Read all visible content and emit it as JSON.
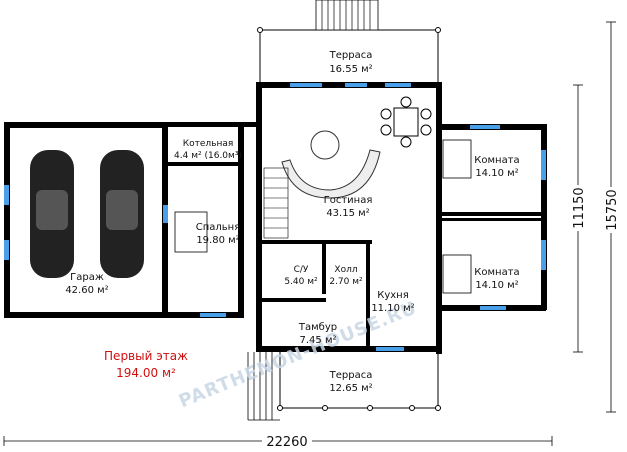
{
  "floor_plan": {
    "floor": {
      "name": "Первый этаж",
      "area": "194.00 м²"
    },
    "dimensions": {
      "width": "22260",
      "depth_main": "11150",
      "depth_total": "15750"
    },
    "watermark": "PARTHENON-HOUSE.RU",
    "rooms": {
      "terrace_top": {
        "name": "Терраса",
        "area": "16.55 м²"
      },
      "boiler": {
        "name": "Котельная",
        "area": "4.4 м² (16.0м³)"
      },
      "living": {
        "name": "Гостиная",
        "area": "43.15 м²"
      },
      "room_a": {
        "name": "Комната",
        "area": "14.10 м²"
      },
      "room_b": {
        "name": "Комната",
        "area": "14.10 м²"
      },
      "bedroom": {
        "name": "Спальня",
        "area": "19.80 м²"
      },
      "garage": {
        "name": "Гараж",
        "area": "42.60 м²"
      },
      "wc": {
        "name": "С/У",
        "area": "5.40 м²"
      },
      "hall": {
        "name": "Холл",
        "area": "2.70 м²"
      },
      "kitchen": {
        "name": "Кухня",
        "area": "11.10 м²"
      },
      "vestibule": {
        "name": "Тамбур",
        "area": "7.45 м²"
      },
      "terrace_bottom": {
        "name": "Терраса",
        "area": "12.65 м²"
      }
    }
  }
}
